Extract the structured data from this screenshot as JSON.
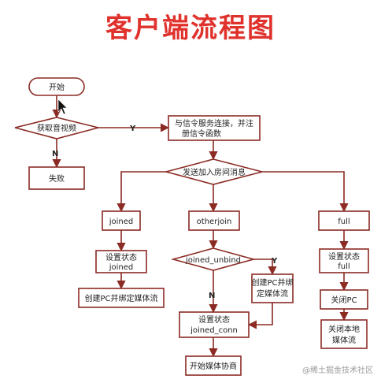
{
  "title": "客户端流程图",
  "colors": {
    "title": "#e0322c",
    "stroke": "#8b2b24",
    "fill": "#ffffff",
    "text": "#222222"
  },
  "nodes": {
    "start": "开始",
    "get_media": "获取音视频",
    "fail": "失败",
    "connect_line1": "与信令服务连接，并注",
    "connect_line2": "册信令函数",
    "send_join": "发送加入房间消息",
    "joined": "joined",
    "otherjoin": "otherjoin",
    "full": "full",
    "set_joined_line1": "设置状态",
    "set_joined_line2": "joined",
    "create_pc_left": "创建PC并绑定媒体流",
    "joined_unbind": "joined_unbind",
    "create_pc_mid_line1": "创建PC并绑",
    "create_pc_mid_line2": "定媒体流",
    "set_conn_line1": "设置状态",
    "set_conn_line2": "joined_conn",
    "bottom_clipped": "开始媒体协商",
    "set_full_line1": "设置状态",
    "set_full_line2": "full",
    "close_pc": "关闭PC",
    "close_local_line1": "关闭本地",
    "close_local_line2": "媒体流"
  },
  "edges": {
    "yes": "Y",
    "no": "N"
  },
  "watermark": "@稀土掘金技术社区"
}
